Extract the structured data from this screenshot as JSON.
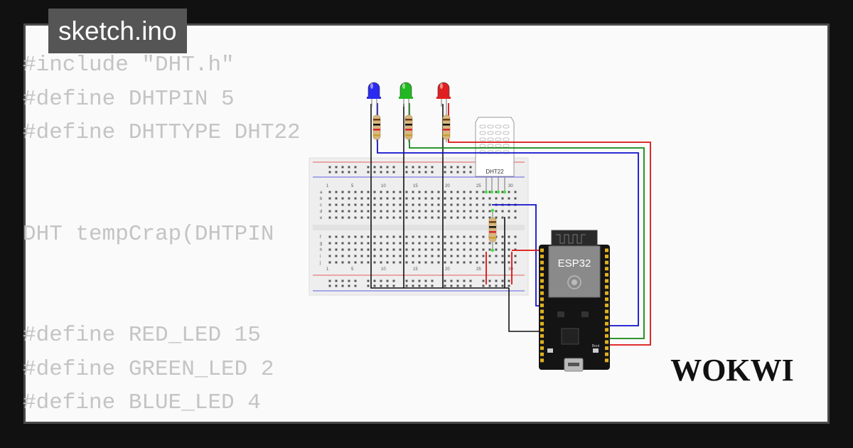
{
  "tab": {
    "filename": "sketch.ino"
  },
  "code": {
    "lines": [
      "#include \"DHT.h\"",
      "#define DHTPIN 5",
      "#define DHTTYPE DHT22",
      "",
      "",
      "DHT tempCrap(DHTPIN",
      "",
      "",
      "#define RED_LED 15",
      "#define GREEN_LED 2",
      "#define BLUE_LED 4"
    ]
  },
  "circuit": {
    "esp32_label": "ESP32",
    "dht_label": "DHT22",
    "boot_label": "Boot",
    "breadboard_row_labels": [
      "a",
      "b",
      "c",
      "d",
      "e",
      "f",
      "g",
      "h",
      "i",
      "j"
    ],
    "breadboard_col_labels": [
      "1",
      "5",
      "10",
      "15",
      "20",
      "25",
      "30"
    ],
    "leds": [
      {
        "color_name": "blue",
        "color": "#2a2af0"
      },
      {
        "color_name": "green",
        "color": "#22b822"
      },
      {
        "color_name": "red",
        "color": "#e02020"
      }
    ],
    "wire_colors": {
      "blue": "#1010cc",
      "green": "#118811",
      "red": "#dd1111",
      "black": "#111111"
    }
  },
  "brand": {
    "logo_text": "WOKWI"
  }
}
